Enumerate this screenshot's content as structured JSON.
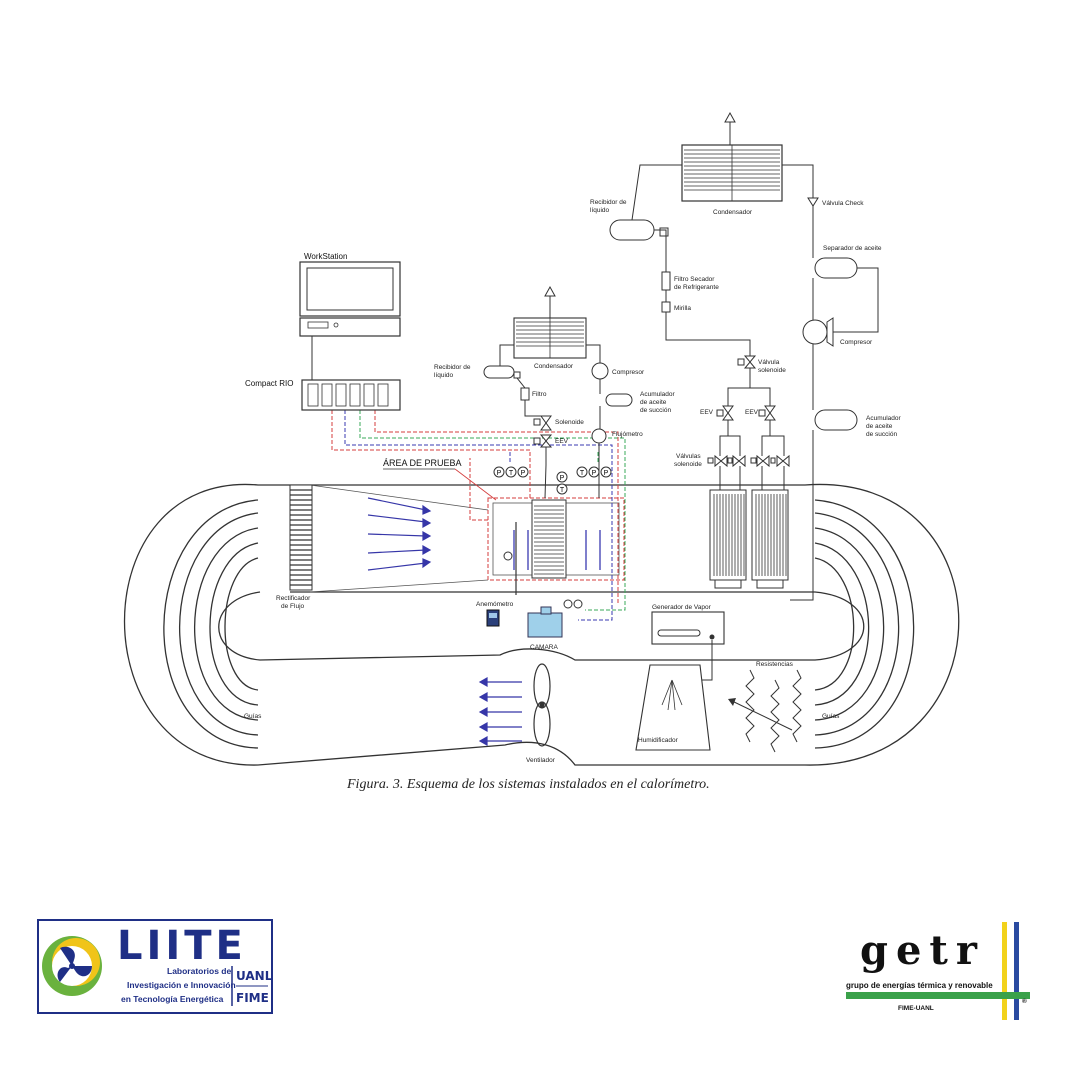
{
  "caption": "Figura. 3. Esquema de los sistemas instalados en el calorímetro.",
  "labels": {
    "workstation": "WorkStation",
    "compact_rio": "Compact RIO",
    "area_prueba": "ÁREA DE PRUEBA",
    "rectificador": [
      "Rectificador",
      "de Flujo"
    ],
    "anemometro": "Anemómetro",
    "camara": "CAMARA",
    "generador": "Generador de Vapor",
    "resistencias": "Resistencias",
    "humidificador": "Humidificador",
    "ventilador": "Ventilador",
    "guias_left": "Guías",
    "guias_right": "Guías",
    "cond_small": "Condensador",
    "recibidor_small": [
      "Recibidor de",
      "líquido"
    ],
    "compresor_small": "Compresor",
    "filtro": "Filtro",
    "acumulador_small": [
      "Acumulador",
      "de aceite",
      "de succión"
    ],
    "solenoide": "Solenoide",
    "eev_small": "EEV",
    "flujometro": "Flujómetro",
    "cond_big": "Condensador",
    "recibidor_big": [
      "Recibidor de",
      "líquido"
    ],
    "filtro_secador": [
      "Filtro Secador",
      "de Refrigerante"
    ],
    "mirilla": "Mirilla",
    "valvula_check": "Válvula Check",
    "separador": "Separador de aceite",
    "compresor_big": "Compresor",
    "valvula_solenoide": [
      "Válvula",
      "solenoide"
    ],
    "eev_left": "EEV",
    "eev_right": "EEV",
    "valvulas_solenoide": [
      "Válvulas",
      "solenoide"
    ],
    "acumulador_big": [
      "Acumulador",
      "de aceite",
      "de succión"
    ]
  },
  "sensors": {
    "row_left": [
      "P",
      "T",
      "P"
    ],
    "row_right": [
      "T",
      "P",
      "P"
    ],
    "center": [
      "P",
      "T"
    ]
  },
  "logos": {
    "liite": {
      "title": "LIITE",
      "line1": "Laboratorios de",
      "line2": "Investigación e Innovación",
      "line3": "en Tecnología Energética",
      "uanl": "UANL",
      "fime": "FIME"
    },
    "getr": {
      "title": "getr",
      "subtitle": "grupo de energías térmica y renovable",
      "fime": "FIME-UANL",
      "reg": "®"
    }
  },
  "colors": {
    "line": "#333333",
    "red_dashed": "#d43d3d",
    "blue_dashed": "#3a3ab0",
    "green_dashed": "#3aa85a",
    "airflow_arrow": "#3636a8",
    "camara": "#9fd0ea",
    "liite_blue": "#1f2f86",
    "liite_green": "#6ab23e",
    "liite_yellow": "#f0c419",
    "getr_green": "#3aa14a",
    "getr_yellow": "#f2d21b",
    "getr_blue": "#2a4aa0"
  }
}
